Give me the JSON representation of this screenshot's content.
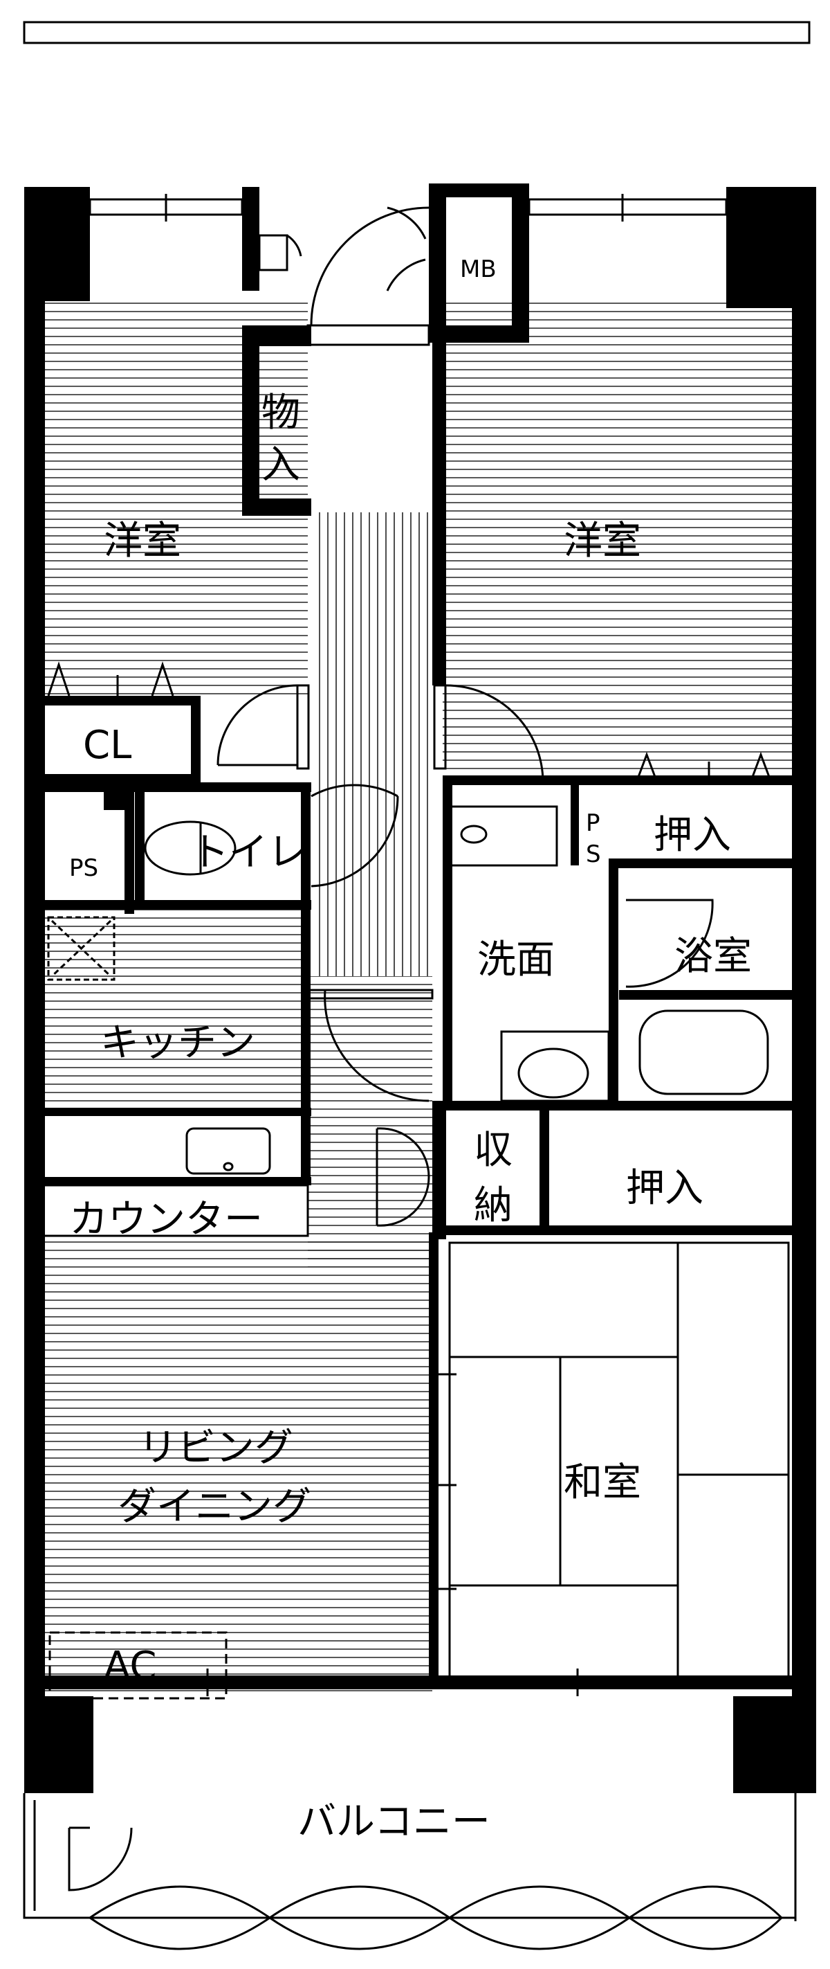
{
  "rooms": {
    "western_left": "洋室",
    "western_right": "洋室",
    "storage_mono_top": "物",
    "storage_mono_bottom": "入",
    "closet": "CL",
    "pipe_space_left": "PS",
    "pipe_space_right_top": "P",
    "pipe_space_right_bottom": "S",
    "toilet": "トイレ",
    "closet_oshiire_top": "押入",
    "washroom": "洗面",
    "bathroom": "浴室",
    "kitchen": "キッチン",
    "counter": "カウンター",
    "storage_shuno_top": "収",
    "storage_shuno_bottom": "納",
    "closet_oshiire_mid": "押入",
    "japanese_room": "和室",
    "living_line1": "リビング",
    "living_line2": "ダイニング",
    "aircon": "AC",
    "meter_box": "MB",
    "balcony": "バルコニー"
  }
}
